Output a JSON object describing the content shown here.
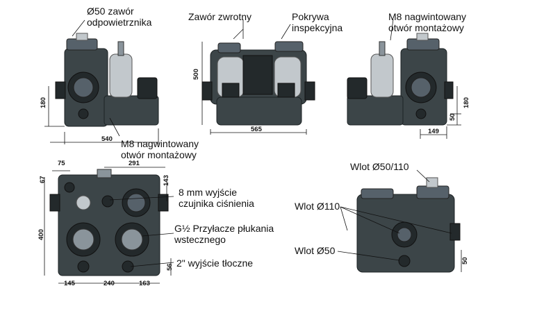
{
  "labels": {
    "vent_valve_line1": "Ø50 zawór",
    "vent_valve_line2": "odpowietrznika",
    "check_valve": "Zawór zwrotny",
    "cover_line1": "Pokrywa",
    "cover_line2": "inspekcyjna",
    "m8_right_line1": "M8 nagwintowany",
    "m8_right_line2": "otwór montażowy",
    "m8_left_line1": "M8 nagwintowany",
    "m8_left_line2": "otwór  montażowy",
    "sensor_line1": "8 mm wyjście",
    "sensor_line2": "czujnika ciśnienia",
    "flush_line1": "G½ Przyłacze płukania",
    "flush_line2": "wstecznego",
    "discharge": "2\" wyjście tłoczne",
    "inlet_50_110": "Wlot Ø50/110",
    "inlet_110": "Wlot Ø110",
    "inlet_50": "Wlot Ø50"
  },
  "dimensions": {
    "left_height": "180",
    "left_width": "540",
    "front_height": "500",
    "front_width": "565",
    "right_height": "180",
    "right_small": "50",
    "right_width": "149",
    "top_a": "75",
    "top_b": "291",
    "top_c": "67",
    "top_d": "143",
    "top_height": "400",
    "top_e": "56",
    "top_f": "145",
    "top_g": "240",
    "top_h": "163",
    "rear_small": "50"
  }
}
